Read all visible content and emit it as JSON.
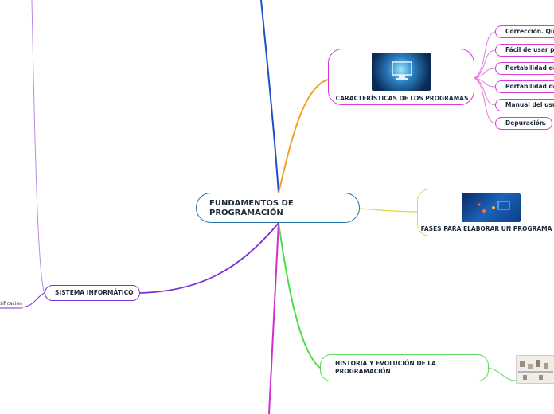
{
  "central": {
    "line1": "FUNDAMENTOS DE",
    "line2": "PROGRAMACIÓN"
  },
  "branches": {
    "caracteristicas": {
      "label": "CARACTERÍSTICAS DE LOS PROGRAMAS",
      "color": "#d63ad6"
    },
    "fases": {
      "label": "FASES PARA ELABORAR UN PROGRAMA",
      "color": "#d9dc3a"
    },
    "historia": {
      "line1": "HISTORIA Y EVOLUCIÓN DE LA",
      "line2": "PROGRAMACIÓN",
      "color": "#5fd35f"
    },
    "sistema": {
      "label": "SISTEMA INFORMÁTICO",
      "color": "#7a33d6"
    }
  },
  "caracteristicas_items": [
    "Corrección. Que",
    "Fácil de usar par",
    "Portabilidad de",
    "Portabilidad de",
    "Manual del usua",
    "Depuración."
  ],
  "sistema_child": "sificación",
  "colors": {
    "central": "#1e73a8",
    "top_line": "#1f4fc8",
    "bottom_line": "#cf2fd0",
    "orange": "#f5a023",
    "green": "#46e046"
  }
}
